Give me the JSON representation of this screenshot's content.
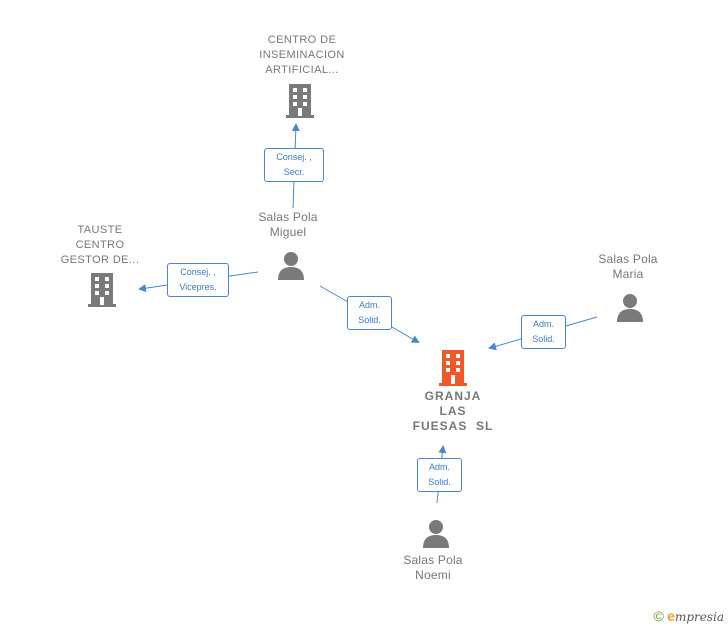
{
  "nodes": {
    "centro_inseminacion": {
      "label": [
        "CENTRO DE",
        "INSEMINACION",
        "ARTIFICIAL..."
      ],
      "type": "company"
    },
    "tauste": {
      "label": [
        "TAUSTE",
        "CENTRO",
        "GESTOR DE..."
      ],
      "type": "company"
    },
    "granja": {
      "label": [
        "GRANJA",
        "LAS",
        "FUESAS  SL"
      ],
      "type": "company-main"
    },
    "miguel": {
      "label": [
        "Salas Pola",
        "Miguel"
      ],
      "type": "person"
    },
    "maria": {
      "label": [
        "Salas Pola",
        "Maria"
      ],
      "type": "person"
    },
    "noemi": {
      "label": [
        "Salas Pola",
        "Noemi"
      ],
      "type": "person"
    }
  },
  "edges": {
    "miguel_centro": [
      "Consej. ,",
      "Secr."
    ],
    "miguel_tauste": [
      "Consej. ,",
      "Vicepres."
    ],
    "miguel_granja": [
      "Adm.",
      "Solid."
    ],
    "maria_granja": [
      "Adm.",
      "Solid."
    ],
    "noemi_granja": [
      "Adm.",
      "Solid."
    ]
  },
  "colors": {
    "company": "#7a7a7a",
    "company_main": "#f0582a",
    "person": "#7a7a7a",
    "edge": "#4a86c8"
  },
  "footer": {
    "copyright": "©",
    "brand_initial": "e",
    "brand_rest": "mpresia"
  }
}
